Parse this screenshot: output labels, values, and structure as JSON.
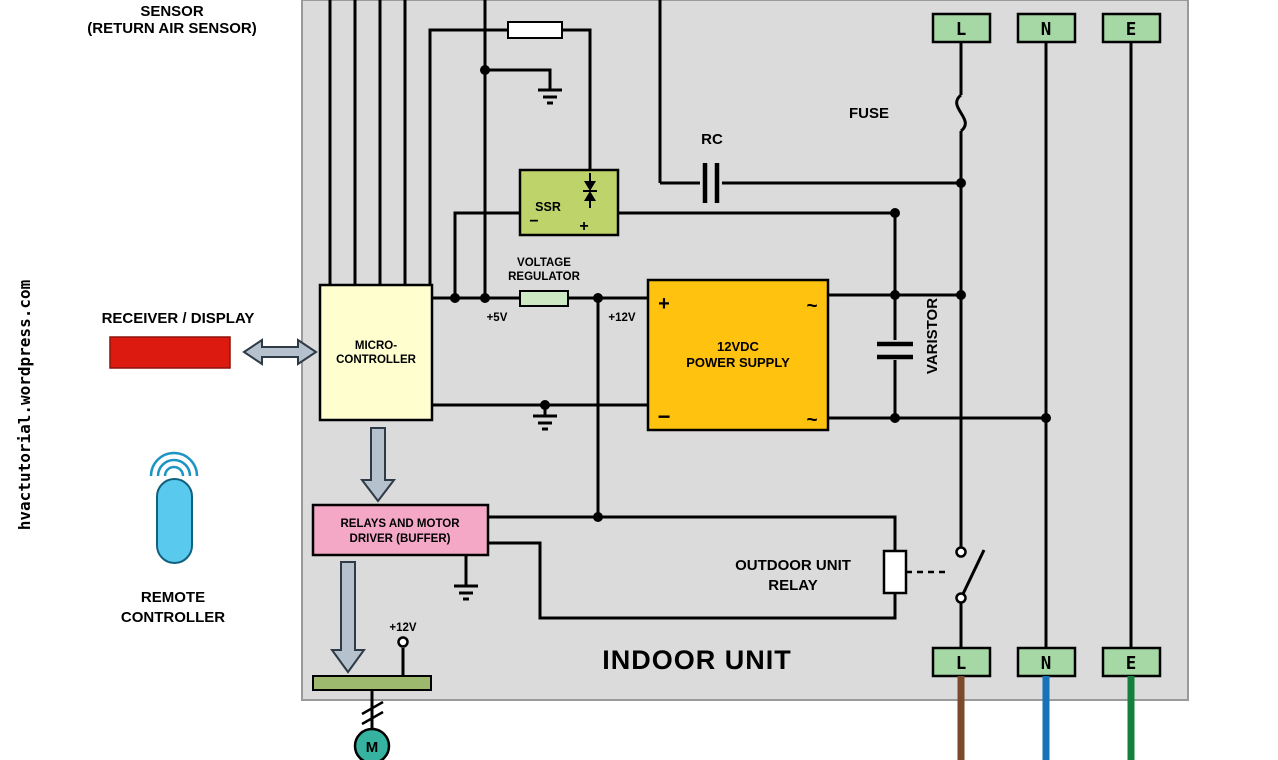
{
  "left": {
    "sensor_line1": "SENSOR",
    "sensor_line2": "(RETURN AIR SENSOR)",
    "watermark": "hvactutorial.wordpress.com",
    "receiver_label": "RECEIVER / DISPLAY",
    "remote_line1": "REMOTE",
    "remote_line2": "CONTROLLER"
  },
  "panel": {
    "title": "INDOOR UNIT",
    "mc": {
      "line1": "MICRO-",
      "line2": "CONTROLLER"
    },
    "vr": {
      "line1": "VOLTAGE",
      "line2": "REGULATOR"
    },
    "ssr": {
      "label": "SSR",
      "minus": "−",
      "plus": "+"
    },
    "ps": {
      "line1": "12VDC",
      "line2": "POWER SUPPLY",
      "plus": "+",
      "minus": "−",
      "ac_top": "~",
      "ac_bottom": "~"
    },
    "relays": {
      "line1": "RELAYS AND MOTOR",
      "line2": "DRIVER (BUFFER)"
    },
    "outdoor": {
      "line1": "OUTDOOR UNIT",
      "line2": "RELAY"
    },
    "labels": {
      "rc": "RC",
      "fuse": "FUSE",
      "varistor": "VARISTOR",
      "v5": "+5V",
      "v12": "+12V",
      "v12_motor": "+12V",
      "motor": "M"
    },
    "terminals_top": [
      "L",
      "N",
      "E"
    ],
    "terminals_bottom": [
      "L",
      "N",
      "E"
    ]
  },
  "colors": {
    "panel_bg": "#DBDBDB",
    "receiver_red": "#DD1A10",
    "remote_blue": "#5AC9EE",
    "mc_yellow": "#FEFECF",
    "ssr_green": "#BFD36B",
    "vr_green": "#CFE8C4",
    "ps_orange": "#FFC20E",
    "relays_pink": "#F4A8C6",
    "terminal_green": "#A6D8A6",
    "motor_teal": "#35B2A0",
    "wire_live_brown": "#7B4A2A",
    "wire_neutral_blue": "#1673B8",
    "wire_earth_green": "#157F3D"
  }
}
